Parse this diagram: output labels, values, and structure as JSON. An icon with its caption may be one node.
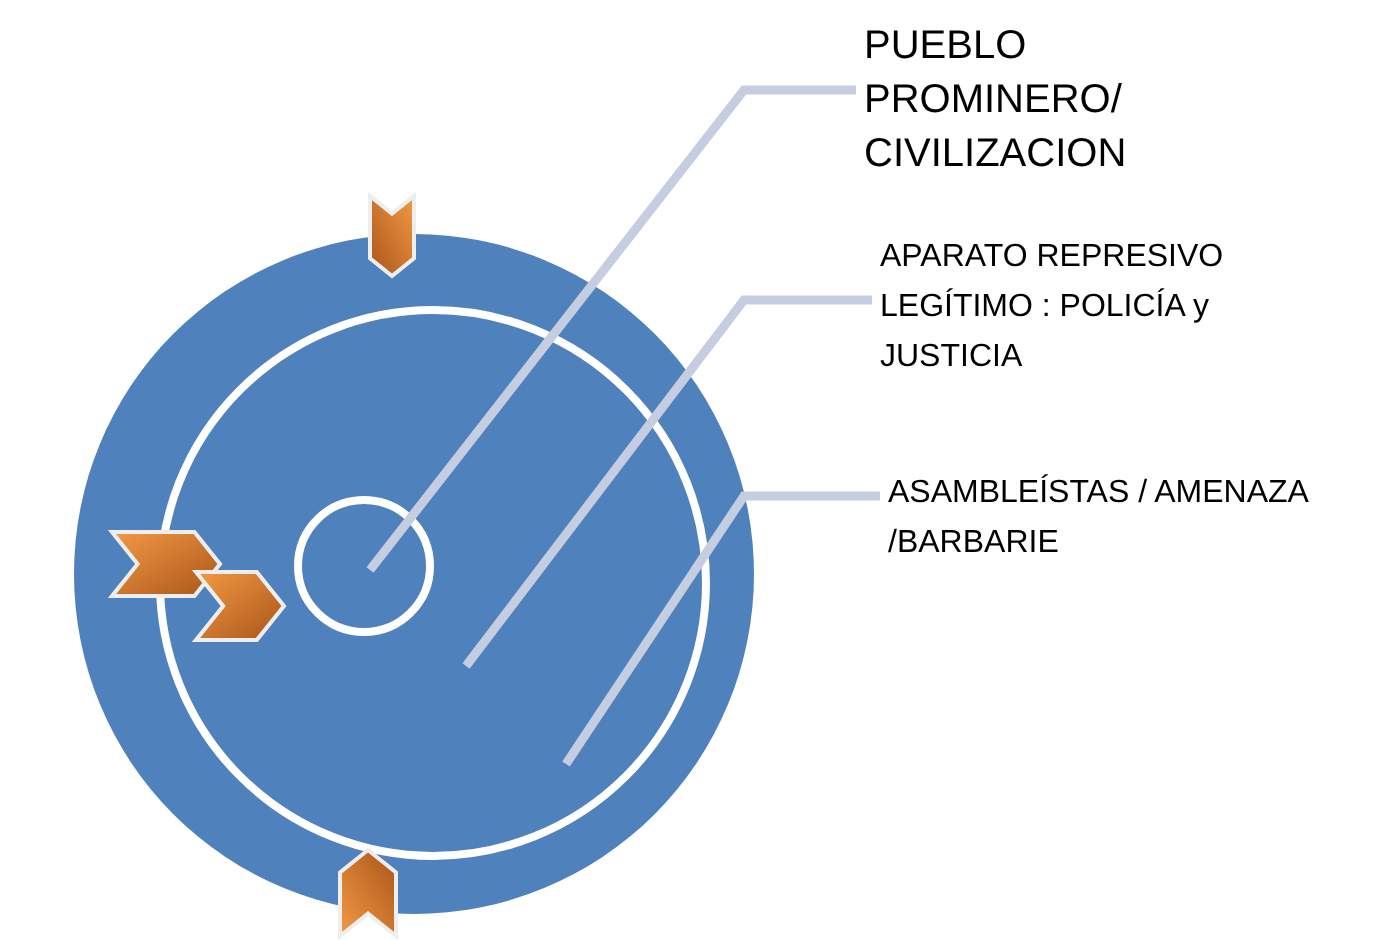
{
  "diagram": {
    "nodes": [
      {
        "text": [],
        "shape": "circle"
      },
      {
        "text": [],
        "shape": "circle",
        "in": 0
      },
      {
        "text": [],
        "shape": "circle",
        "in": 1
      },
      {
        "text": [
          "PUEBLO PROMINERO/ CIVILIZACION"
        ]
      },
      {
        "text": [
          "APARATO REPRESIVO LEGÍTIMO : POLICÍA y JUSTICIA"
        ]
      },
      {
        "text": [
          "ASAMBLEÍSTAS / AMENAZA /BARBARIE"
        ]
      }
    ],
    "edges": [
      {
        "from": 3,
        "to": 2,
        "arrow": "none"
      },
      {
        "from": 4,
        "to": 1,
        "arrow": "none"
      },
      {
        "from": 5,
        "to": 0,
        "arrow": "none"
      }
    ]
  }
}
